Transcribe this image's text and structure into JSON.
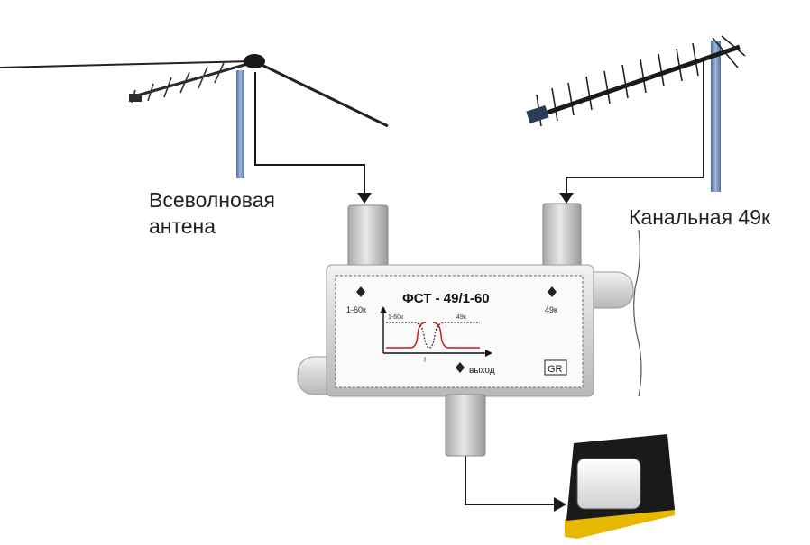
{
  "labels": {
    "left_antenna": [
      "Всеволновая",
      "антена"
    ],
    "right_antenna": "Канальная 49к"
  },
  "device": {
    "title": "ФСТ - 49/1-60",
    "port_left_label": "1-60к",
    "port_right_label": "49к",
    "output_label": "выход",
    "badge": "GR",
    "graph_label_left": "1-60к",
    "graph_label_right": "49к",
    "graph_label_center": "f"
  },
  "colors": {
    "wire": "#1a1a1a",
    "pole": "#6f8fb8",
    "antenna_bar": "#2a2a2a",
    "plastic": "#d9d9d9",
    "graph_red": "#c41b1b",
    "tv_body": "#1a1a1a",
    "tv_base": "#e6b800"
  }
}
